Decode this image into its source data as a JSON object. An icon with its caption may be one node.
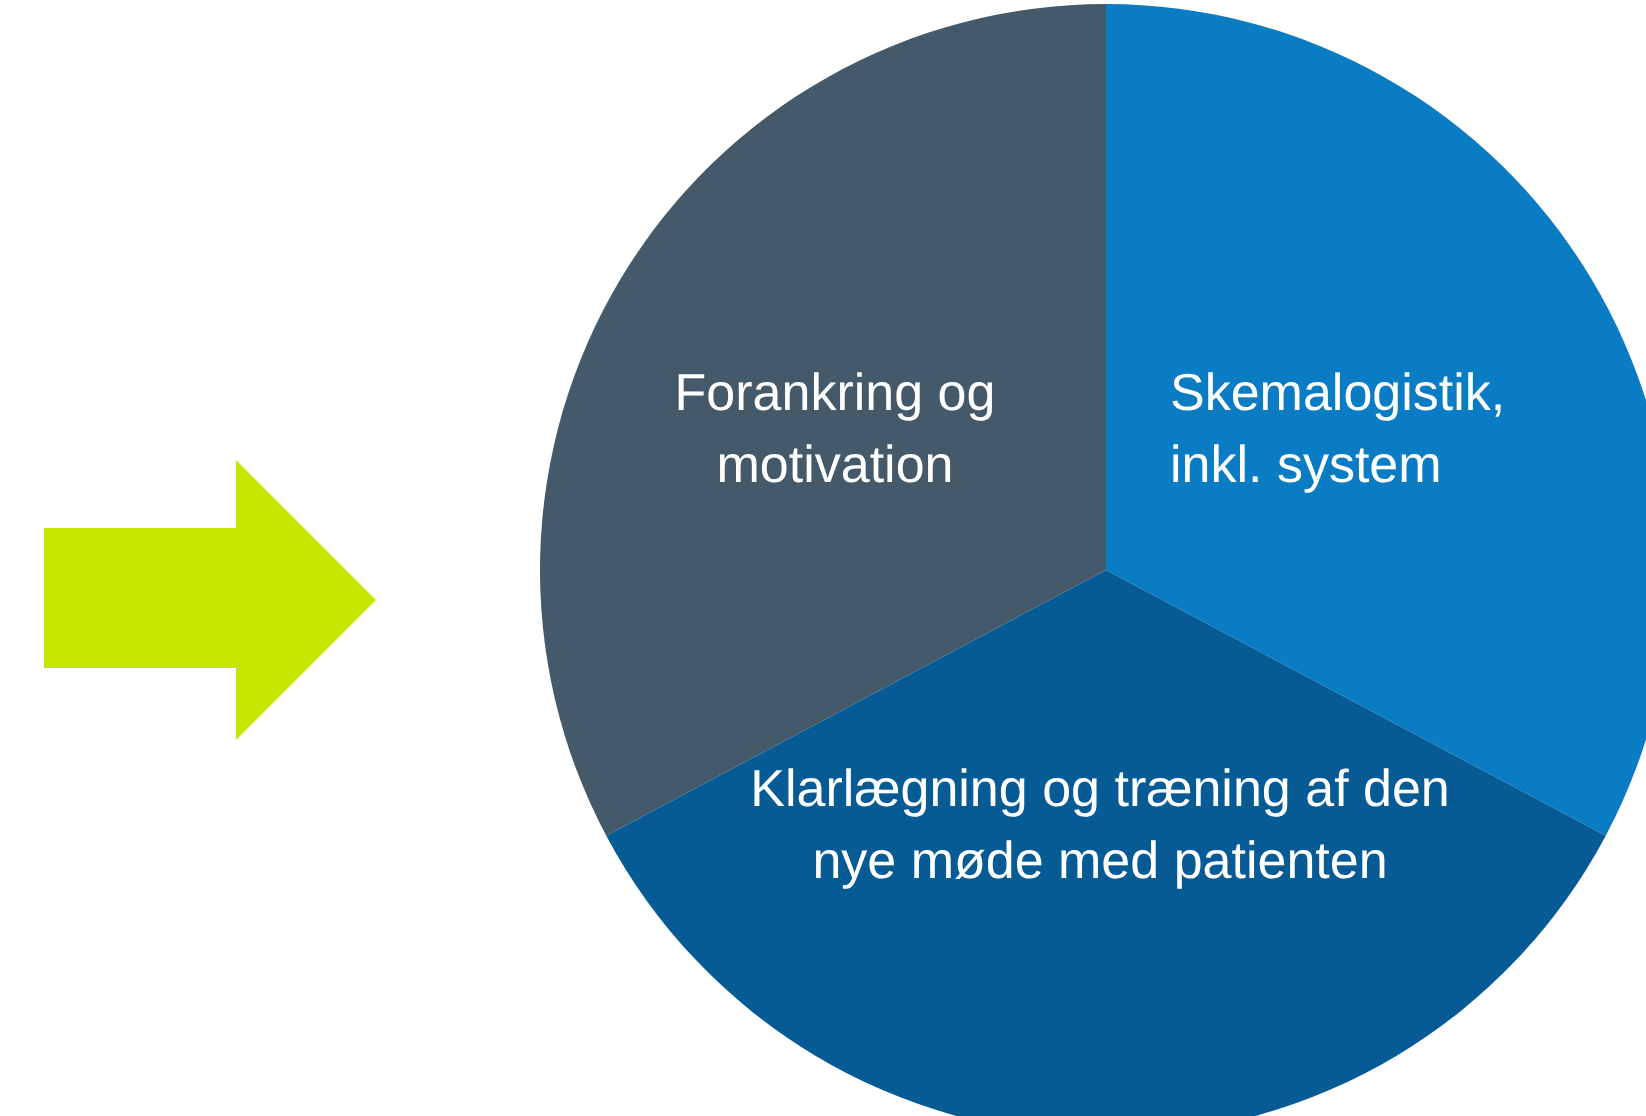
{
  "diagram": {
    "nodes": [
      {
        "text": [
          "Forankring og motivation"
        ]
      },
      {
        "text": [
          "Skemalogistik, inkl. system"
        ]
      },
      {
        "text": [
          "Klarlægning og træning af den nye møde med patienten"
        ]
      }
    ]
  }
}
